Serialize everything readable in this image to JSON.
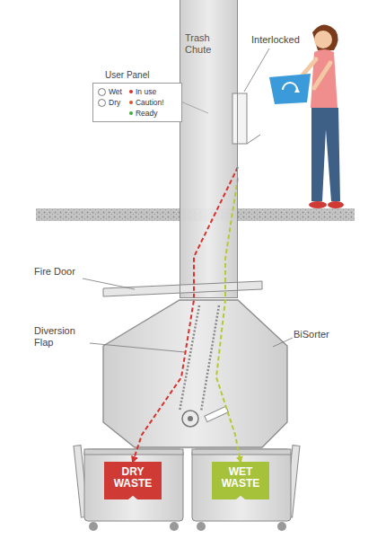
{
  "diagram": {
    "nodes": [
      {
        "text": [
          "Trash Chute"
        ]
      },
      {
        "text": [
          "User Panel",
          "Wet",
          "Dry",
          "In use",
          "Caution!",
          "Ready"
        ]
      },
      {
        "text": [
          "DRY WASTE"
        ]
      },
      {
        "text": [
          "WET WASTE"
        ]
      }
    ],
    "edges": [
      {
        "from": 0,
        "to": 2,
        "arrow": "to"
      },
      {
        "from": 0,
        "to": 3,
        "arrow": "to"
      }
    ],
    "labels": [
      "Interlocked",
      "Fire Door",
      "Diversion Flap",
      "BiSorter"
    ]
  }
}
